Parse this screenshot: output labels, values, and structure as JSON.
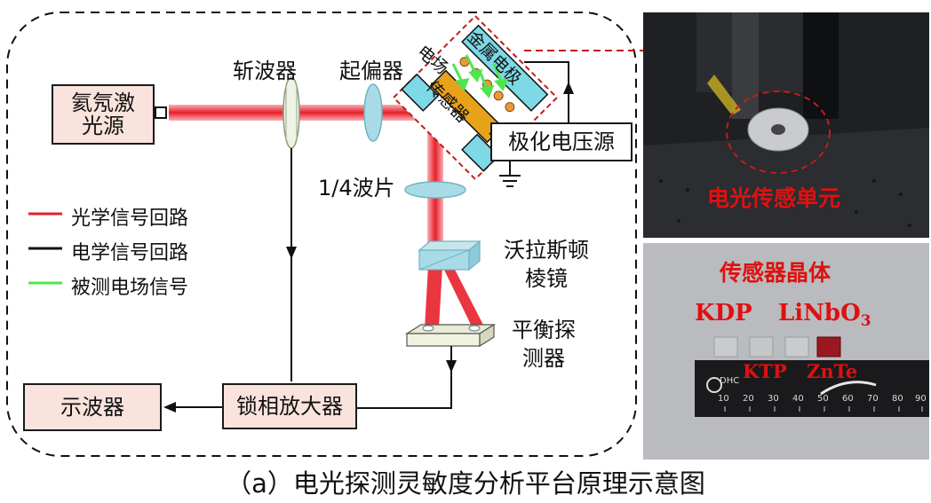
{
  "caption": "（a）电光探测灵敏度分析平台原理示意图",
  "components": {
    "laser_source": "氦氖激光源",
    "chopper": "斩波器",
    "polarizer": "起偏器",
    "electric_field_label": "电场",
    "metal_electrode": "金属电极",
    "sensor": "传感器",
    "polarization_voltage_source": "极化电压源",
    "quarter_wave_plate": "1/4波片",
    "wollaston_prism": "沃拉斯顿棱镜",
    "balanced_detector": "平衡探测器",
    "lockin_amplifier": "锁相放大器",
    "oscilloscope": "示波器"
  },
  "legend": [
    {
      "label": "光学信号回路",
      "color": "#e8202a"
    },
    {
      "label": "电学信号回路",
      "color": "#111111"
    },
    {
      "label": "被测电场信号",
      "color": "#4ee54e"
    }
  ],
  "photo_top": {
    "label": "电光传感单元"
  },
  "photo_bottom": {
    "title": "传感器晶体",
    "crystal_kdp": "KDP",
    "crystal_linbo3": "LiNbO",
    "crystal_linbo3_sub": "3",
    "crystal_ktp": "KTP",
    "crystal_znte": "ZnTe",
    "ruler_logo": "DHC",
    "ruler_ticks": [
      "10",
      "20",
      "30",
      "40",
      "50",
      "60",
      "70",
      "80",
      "90"
    ]
  },
  "colors": {
    "beam": "#e8202a",
    "box_fill": "#f9e3dc",
    "cyan_fill": "#7dd9e6",
    "sensor_fill": "#e8a21a",
    "field_arrow": "#4ee54e",
    "photo_label": "#e01010"
  }
}
